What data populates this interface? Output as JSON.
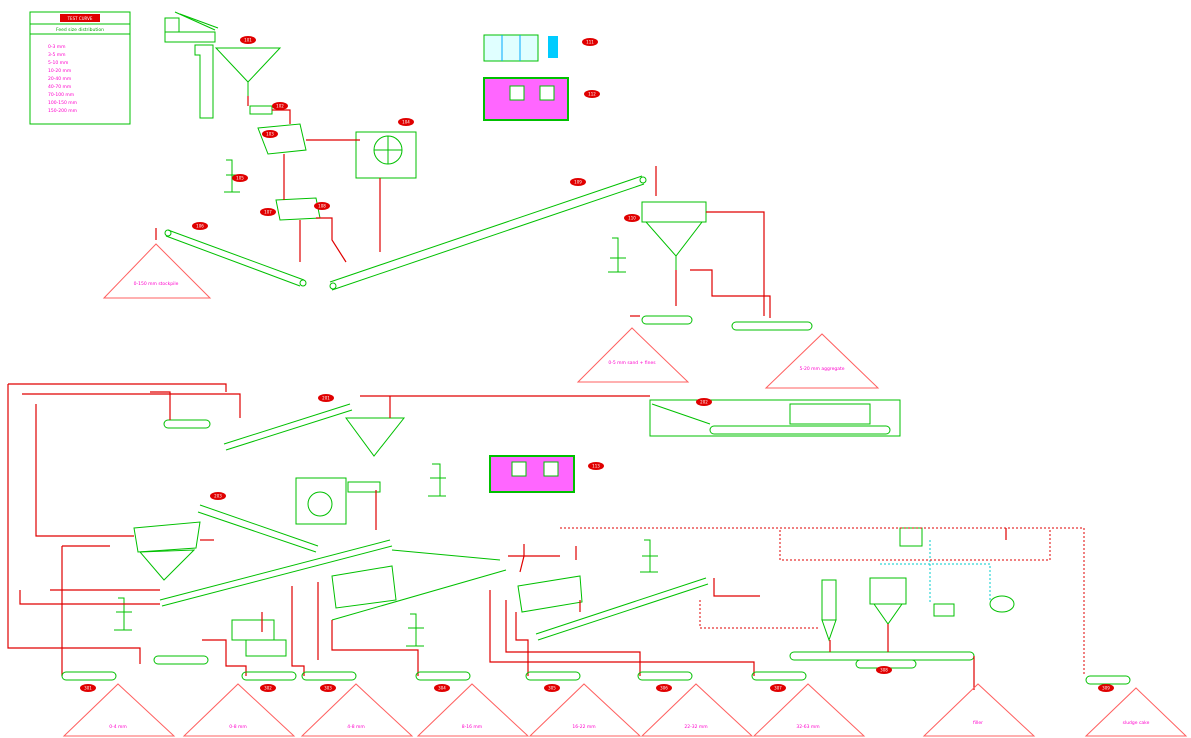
{
  "legend": {
    "title": "TEST CURVE",
    "subtitle": "Feed size distribution",
    "rows": [
      "0-3 mm",
      "3-5 mm",
      "5-10 mm",
      "10-20 mm",
      "20-40 mm",
      "40-70 mm",
      "70-100 mm",
      "100-150 mm",
      "150-200 mm"
    ]
  },
  "colors": {
    "process_line": "#e00000",
    "conveyor": "#00c000",
    "label": "#ff00cc",
    "stockpile": "#ff6060",
    "water_line": "#00cccc",
    "tag_fill": "#e00000"
  },
  "tags": {
    "primary_hopper": "101",
    "feeder": "102",
    "screen_primary": "103",
    "crusher_primary": "104",
    "dust": "105",
    "conv_1": "106",
    "scalper": "107",
    "magnet": "108",
    "conv_long": "109",
    "secondary_screen": "110",
    "control_cab": "111",
    "cab_1": "112",
    "cab_2": "113",
    "conv_a": "201",
    "conv_b": "202",
    "conv_c": "203",
    "pile_1": "301",
    "pile_2": "302",
    "pile_3": "303",
    "pile_4": "304",
    "pile_5": "305",
    "pile_6": "306",
    "pile_7": "307",
    "pile_8": "308",
    "pile_9": "309"
  },
  "stockpiles_top": [
    {
      "label": "0-150 mm stockpile"
    },
    {
      "label": "0-5 mm sand + fines"
    },
    {
      "label": "5-20 mm aggregate"
    }
  ],
  "stockpiles_bottom": [
    {
      "label": "0-4 mm"
    },
    {
      "label": "0-8 mm"
    },
    {
      "label": "4-8 mm"
    },
    {
      "label": "8-16 mm"
    },
    {
      "label": "16-22 mm"
    },
    {
      "label": "22-32 mm"
    },
    {
      "label": "32-63 mm"
    },
    {
      "label": "filler"
    },
    {
      "label": "sludge cake"
    }
  ]
}
